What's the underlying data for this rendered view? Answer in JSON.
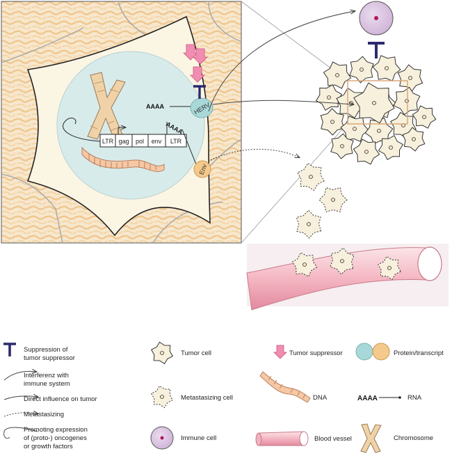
{
  "gene": {
    "segments": [
      "LTR",
      "gag",
      "pol",
      "env",
      "LTR"
    ]
  },
  "labels": {
    "herv": "HERV",
    "env_protein": "Env",
    "polya": "AAAA"
  },
  "legend": {
    "suppression": "Suppression of\ntumor suppressor",
    "interference": "Interferenz with\nimmune system",
    "direct": "Direct influence on tumor",
    "metastasizing": "Metastasizing",
    "promoting": "Promoting expression\nof (proto-) oncogenes\nor growth factors",
    "tumor_cell": "Tumor cell",
    "metastasizing_cell": "Metastasizing cell",
    "immune_cell": "Immune cell",
    "tumor_suppressor": "Tumor suppressor",
    "dna": "DNA",
    "blood_vessel": "Blood vessel",
    "protein_transcript": "Protein/transcript",
    "rna": "RNA",
    "rna_glyph": "AAAA",
    "chromosome": "Chromosome"
  },
  "colors": {
    "cell_fill": "#f7f0dc",
    "nucleus": "#d8ebeb",
    "tissue": "#f3d9b3",
    "inhibit": "#2c2a6e",
    "suppressor": "#f28db2",
    "herv_blob": "#a9d8d8",
    "env_blob": "#f4c98b",
    "immune": "#d8b8de",
    "vessel": "#f3b8c3"
  }
}
